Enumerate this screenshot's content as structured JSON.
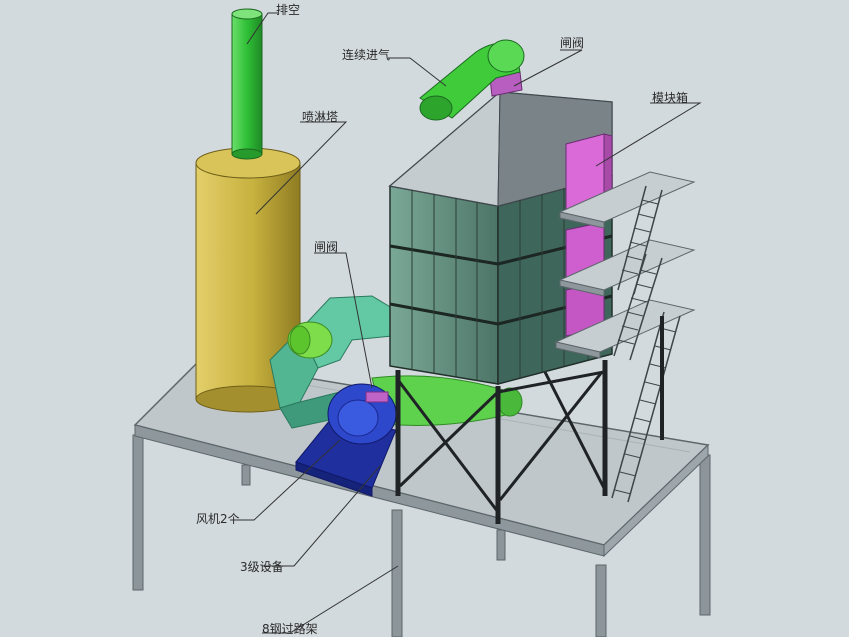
{
  "labels": {
    "exhaust": "排空",
    "inlet": "连续进气",
    "valve_top": "闸阀",
    "module_box": "模块箱",
    "spray_tower": "喷淋塔",
    "valve_mid": "闸阀",
    "fan": "风机2个",
    "equipment": "3级设备",
    "walkway": "8钢过路架"
  },
  "colors": {
    "background": "#d3dade",
    "stack": "#33c53c",
    "tower": "#c7b13f",
    "module": "#cf5fcf",
    "fan": "#2338b8",
    "duct": "#5ec4a0",
    "steel": "#7e8a8e",
    "cabinet": "#5e8b7e"
  },
  "icons": [
    "leader-line"
  ]
}
